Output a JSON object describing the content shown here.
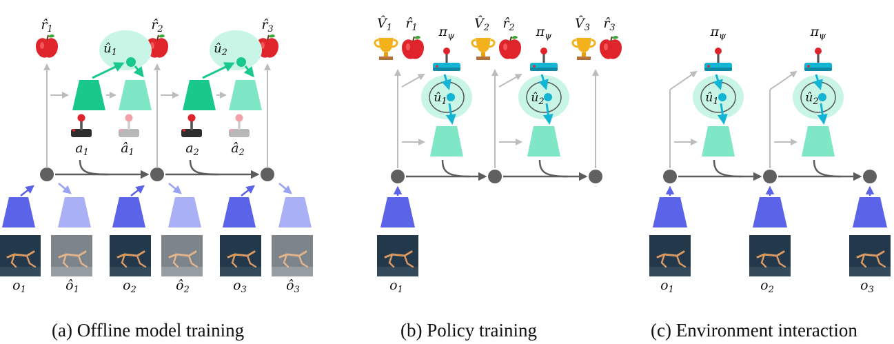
{
  "captions": {
    "a": "(a) Offline model training",
    "b": "(b) Policy training",
    "c": "(c) Environment interaction"
  },
  "panel_a": {
    "obs": [
      "o",
      "o",
      "o"
    ],
    "obs_idx": [
      "1",
      "2",
      "3"
    ],
    "recon": [
      "ô",
      "ô",
      "ô"
    ],
    "rewards": [
      "r̂",
      "r̂",
      "r̂"
    ],
    "actions": [
      "a",
      "a"
    ],
    "pred_actions": [
      "â",
      "â"
    ],
    "latents": [
      "û",
      "û"
    ]
  },
  "panel_b": {
    "obs": "o",
    "obs_idx": "1",
    "values": [
      "V̂",
      "V̂",
      "V̂"
    ],
    "rewards": [
      "r̂",
      "r̂",
      "r̂"
    ],
    "policy": "π",
    "policy_sub": "ψ",
    "latents": [
      "û",
      "û"
    ]
  },
  "panel_c": {
    "obs": [
      "o",
      "o",
      "o"
    ],
    "obs_idx": [
      "1",
      "2",
      "3"
    ],
    "policy": "π",
    "policy_sub": "ψ",
    "latents": [
      "û",
      "û"
    ]
  },
  "colors": {
    "encoder": "#5b63e8",
    "decoder": "#aab0f5",
    "green_dark": "#19c98c",
    "green_light": "#7fe6c6",
    "halo": "#c9f5e6",
    "cyan": "#14b4d4",
    "node": "#606060",
    "arrow": "#5c5c5c",
    "arrow_light": "#bcbcbc"
  }
}
